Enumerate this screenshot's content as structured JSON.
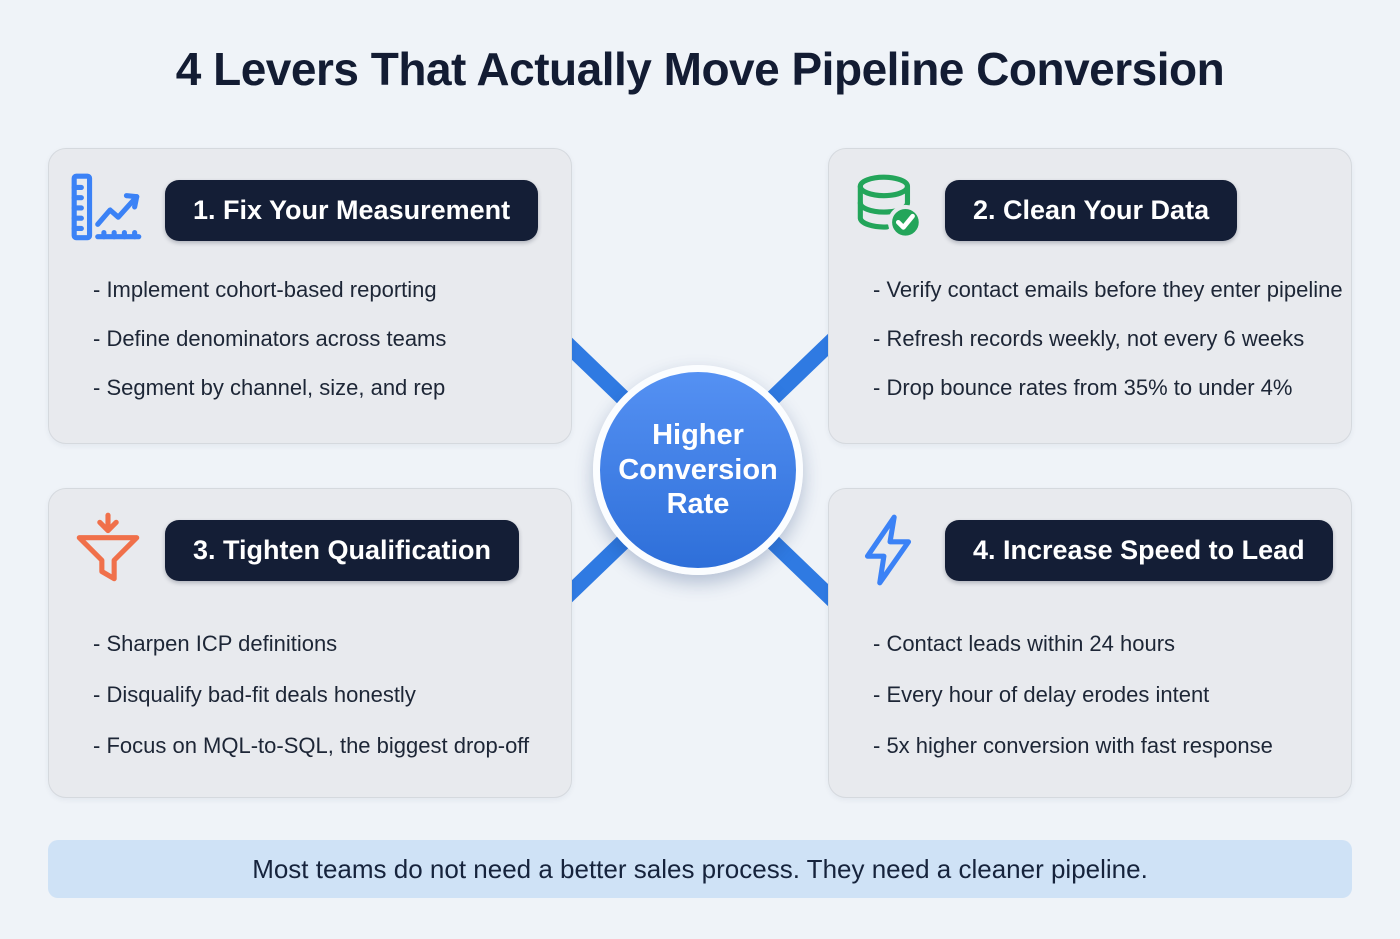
{
  "title": "4 Levers That Actually Move Pipeline Conversion",
  "center": {
    "label": "Higher Conversion Rate",
    "line1": "Higher",
    "line2": "Conversion",
    "line3": "Rate"
  },
  "cards": [
    {
      "icon": "ruler-chart-icon",
      "heading": "1. Fix Your Measurement",
      "bullets": [
        "- Implement cohort-based reporting",
        "- Define denominators across teams",
        "- Segment by channel, size, and rep"
      ]
    },
    {
      "icon": "database-check-icon",
      "heading": "2. Clean Your Data",
      "bullets": [
        "- Verify contact emails before they enter pipeline",
        "- Refresh records weekly, not every 6 weeks",
        "- Drop bounce rates from 35% to under 4%"
      ]
    },
    {
      "icon": "funnel-down-icon",
      "heading": "3. Tighten Qualification",
      "bullets": [
        "- Sharpen ICP definitions",
        "- Disqualify bad-fit deals honestly",
        "- Focus on MQL-to-SQL, the biggest drop-off"
      ]
    },
    {
      "icon": "lightning-bolt-icon",
      "heading": "4. Increase Speed to Lead",
      "bullets": [
        "- Contact leads within 24 hours",
        "- Every hour of delay erodes intent",
        "- 5x higher conversion with fast response"
      ]
    }
  ],
  "footer": "Most teams do not need a better sales process. They need a cleaner pipeline.",
  "colors": {
    "accent_blue": "#2f7ae2",
    "dark_navy": "#141e36",
    "card_bg": "#e8eaee",
    "icon_green": "#23a55a",
    "icon_orange": "#f0704a",
    "footer_bg": "#cfe2f6",
    "background": "#eff3f8"
  }
}
